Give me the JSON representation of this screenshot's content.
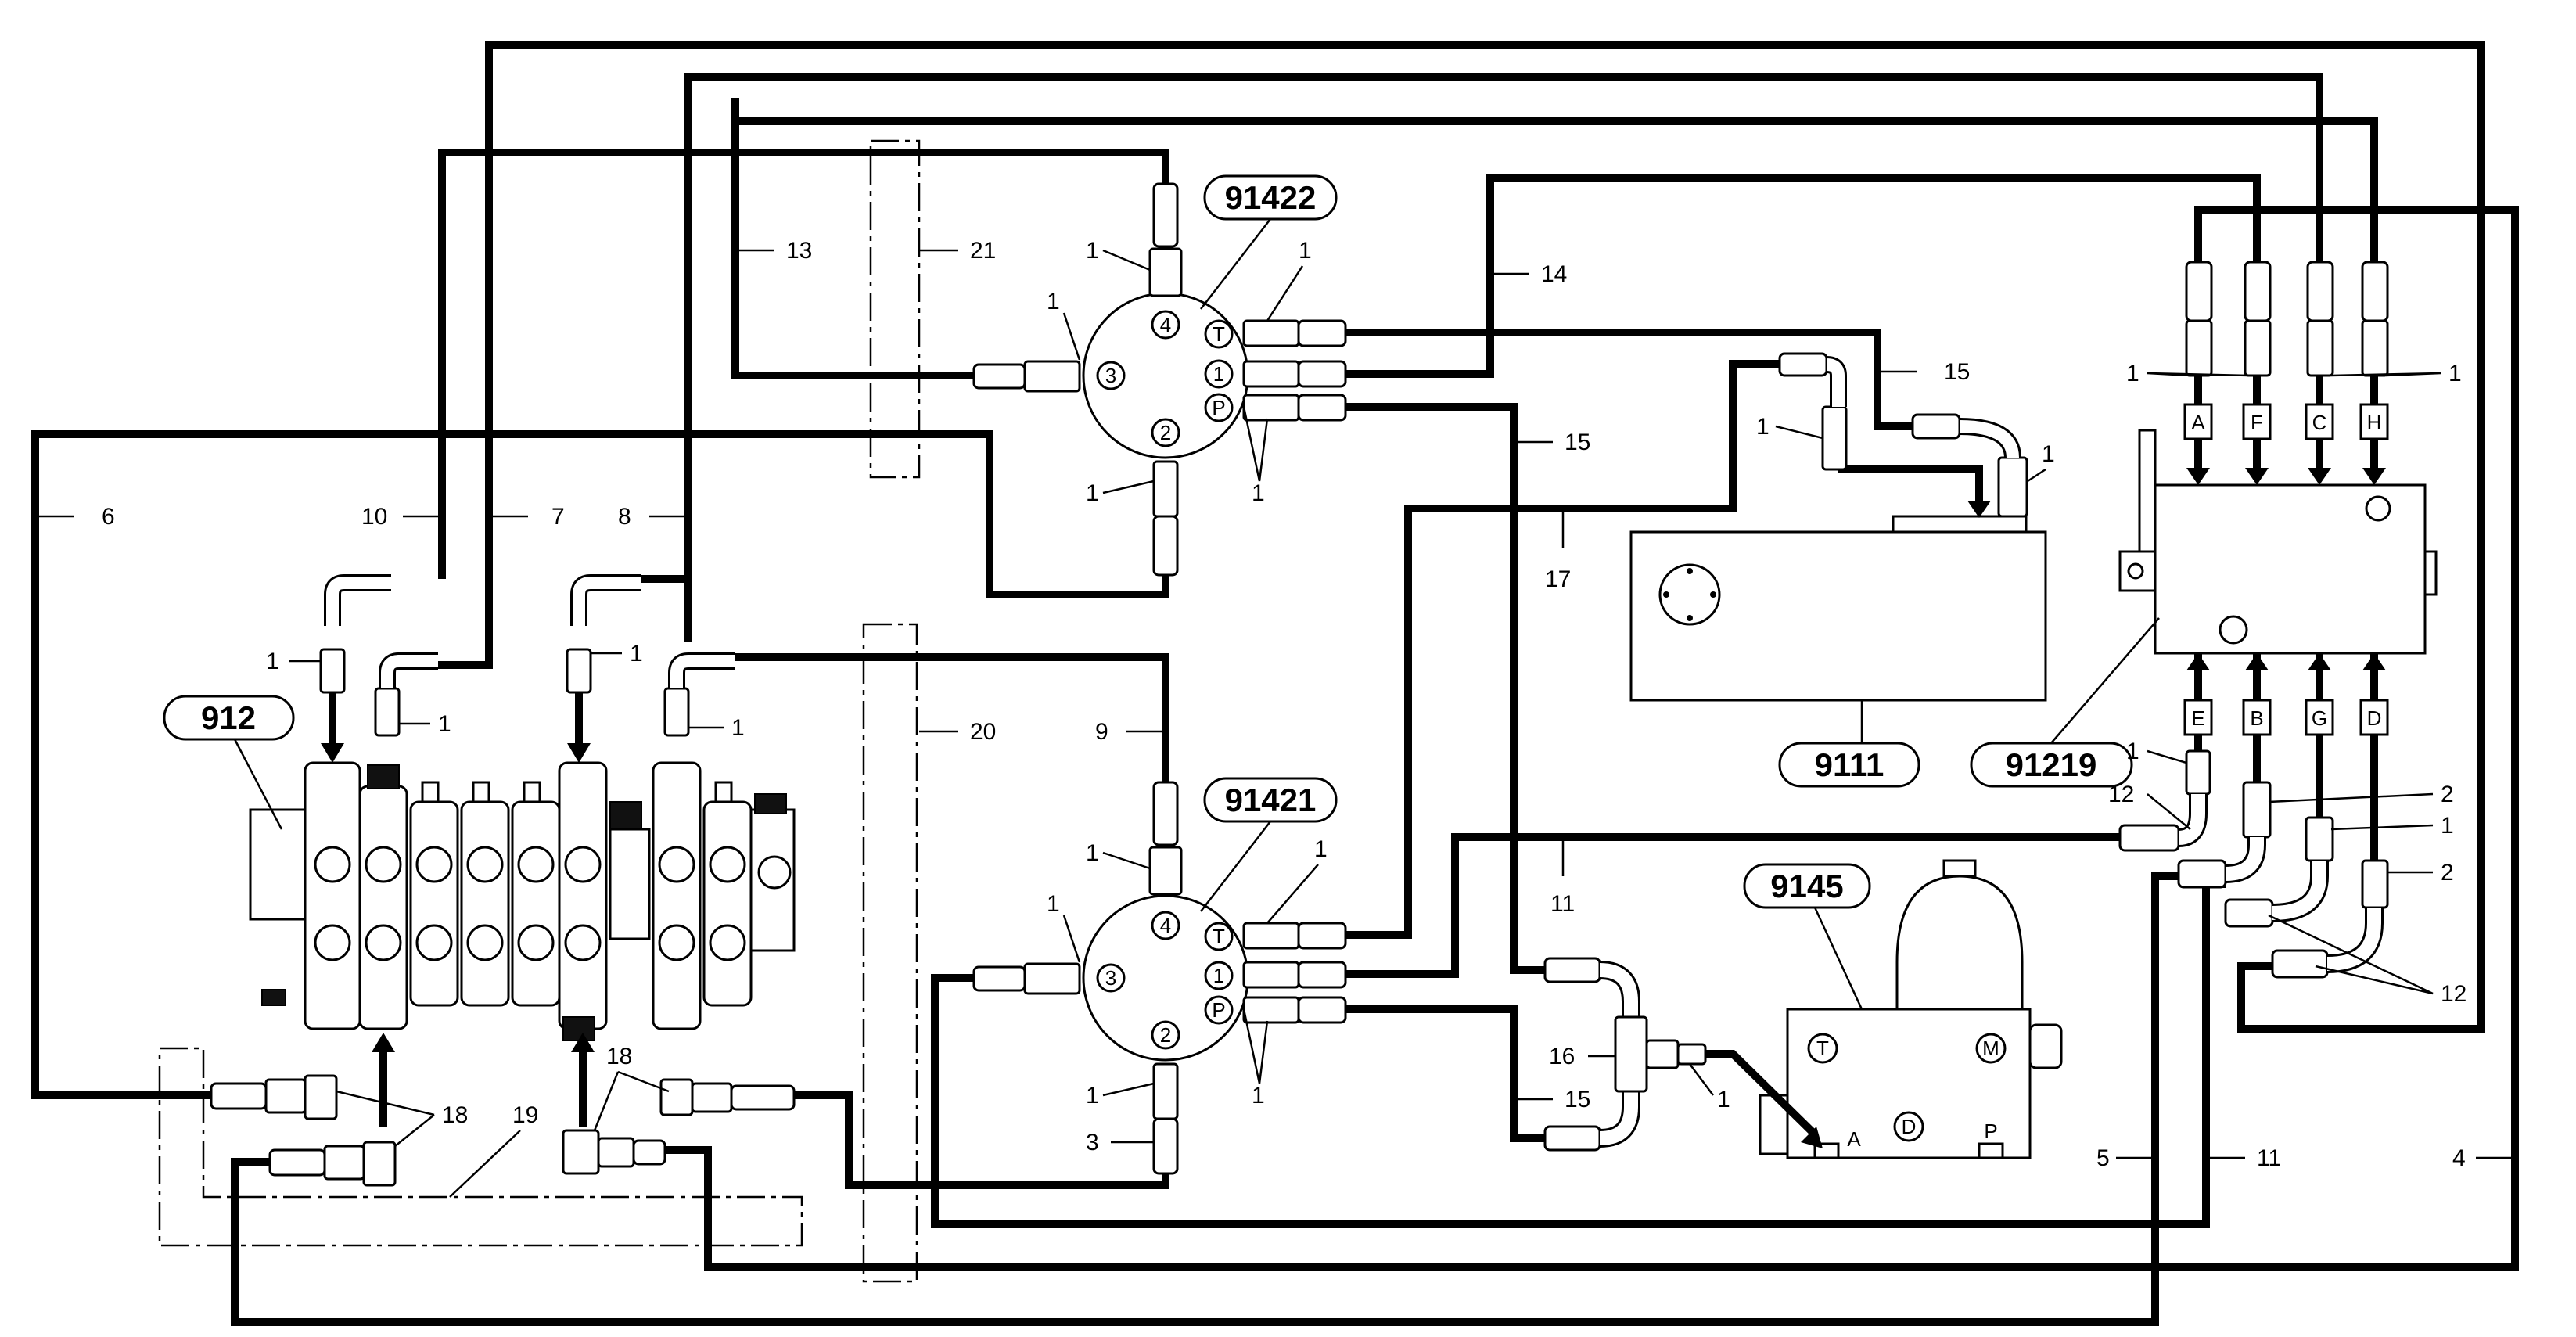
{
  "components": {
    "c91422": "91422",
    "c91421": "91421",
    "c912": "912",
    "c9111": "9111",
    "c91219": "91219",
    "c9145": "9145"
  },
  "distributor_ports": {
    "top": "4",
    "left": "3",
    "bottom": "2",
    "t": "T",
    "one": "1",
    "p": "P"
  },
  "valve_ports": [
    "A",
    "F",
    "C",
    "H",
    "E",
    "B",
    "G",
    "D"
  ],
  "accumulator_ports": {
    "t": "T",
    "m": "M",
    "d": "D",
    "a": "A",
    "p": "P"
  },
  "callouts": {
    "n1": "1",
    "n2": "2",
    "n3": "3",
    "n4": "4",
    "n5": "5",
    "n6": "6",
    "n7": "7",
    "n8": "8",
    "n9": "9",
    "n10": "10",
    "n11": "11",
    "n12": "12",
    "n13": "13",
    "n14": "14",
    "n15": "15",
    "n16": "16",
    "n17": "17",
    "n18": "18",
    "n19": "19",
    "n20": "20",
    "n21": "21"
  }
}
